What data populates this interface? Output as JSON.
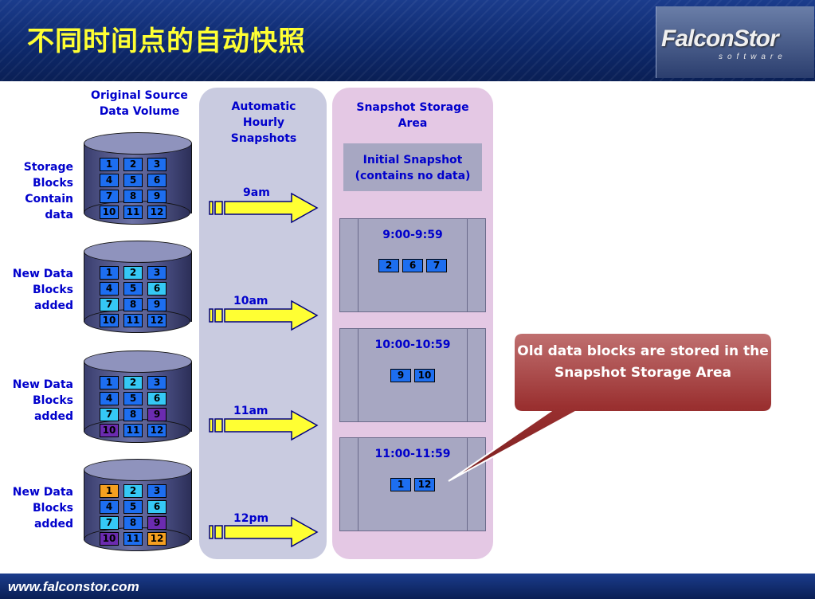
{
  "header": {
    "title": "不同时间点的自动快照",
    "logo_text": "FalconStor",
    "logo_sub": "software"
  },
  "footer": {
    "url": "www.falconstor.com"
  },
  "labels": {
    "source_title": "Original Source Data Volume",
    "lane1_title": "Automatic Hourly Snapshots",
    "lane2_title": "Snapshot Storage Area",
    "initial_snapshot": "Initial Snapshot (contains no data)",
    "row_labels": [
      "Storage Blocks Contain data",
      "New Data Blocks added",
      "New Data Blocks added",
      "New Data Blocks added"
    ]
  },
  "arrows": [
    "9am",
    "10am",
    "11am",
    "12pm"
  ],
  "volumes": [
    {
      "blocks": [
        "1",
        "2",
        "3",
        "4",
        "5",
        "6",
        "7",
        "8",
        "9",
        "10",
        "11",
        "12"
      ],
      "colors": [
        "#1d6ef0",
        "#1d6ef0",
        "#1d6ef0",
        "#1d6ef0",
        "#1d6ef0",
        "#1d6ef0",
        "#1d6ef0",
        "#1d6ef0",
        "#1d6ef0",
        "#1d6ef0",
        "#1d6ef0",
        "#1d6ef0"
      ]
    },
    {
      "blocks": [
        "1",
        "2",
        "3",
        "4",
        "5",
        "6",
        "7",
        "8",
        "9",
        "10",
        "11",
        "12"
      ],
      "colors": [
        "#1d6ef0",
        "#35c8f5",
        "#1d6ef0",
        "#1d6ef0",
        "#1d6ef0",
        "#35c8f5",
        "#35c8f5",
        "#1d6ef0",
        "#1d6ef0",
        "#1d6ef0",
        "#1d6ef0",
        "#1d6ef0"
      ]
    },
    {
      "blocks": [
        "1",
        "2",
        "3",
        "4",
        "5",
        "6",
        "7",
        "8",
        "9",
        "10",
        "11",
        "12"
      ],
      "colors": [
        "#1d6ef0",
        "#35c8f5",
        "#1d6ef0",
        "#1d6ef0",
        "#1d6ef0",
        "#35c8f5",
        "#35c8f5",
        "#1d6ef0",
        "#6b2bb0",
        "#6b2bb0",
        "#1d6ef0",
        "#1d6ef0"
      ]
    },
    {
      "blocks": [
        "1",
        "2",
        "3",
        "4",
        "5",
        "6",
        "7",
        "8",
        "9",
        "10",
        "11",
        "12"
      ],
      "colors": [
        "#f5a020",
        "#35c8f5",
        "#1d6ef0",
        "#1d6ef0",
        "#1d6ef0",
        "#35c8f5",
        "#35c8f5",
        "#1d6ef0",
        "#6b2bb0",
        "#6b2bb0",
        "#1d6ef0",
        "#f5a020"
      ]
    }
  ],
  "snapshots": [
    {
      "time": "9:00-9:59",
      "blocks": [
        "2",
        "6",
        "7"
      ]
    },
    {
      "time": "10:00-10:59",
      "blocks": [
        "9",
        "10"
      ]
    },
    {
      "time": "11:00-11:59",
      "blocks": [
        "1",
        "12"
      ]
    }
  ],
  "callout": {
    "text": "Old data blocks are stored in the Snapshot Storage Area"
  }
}
